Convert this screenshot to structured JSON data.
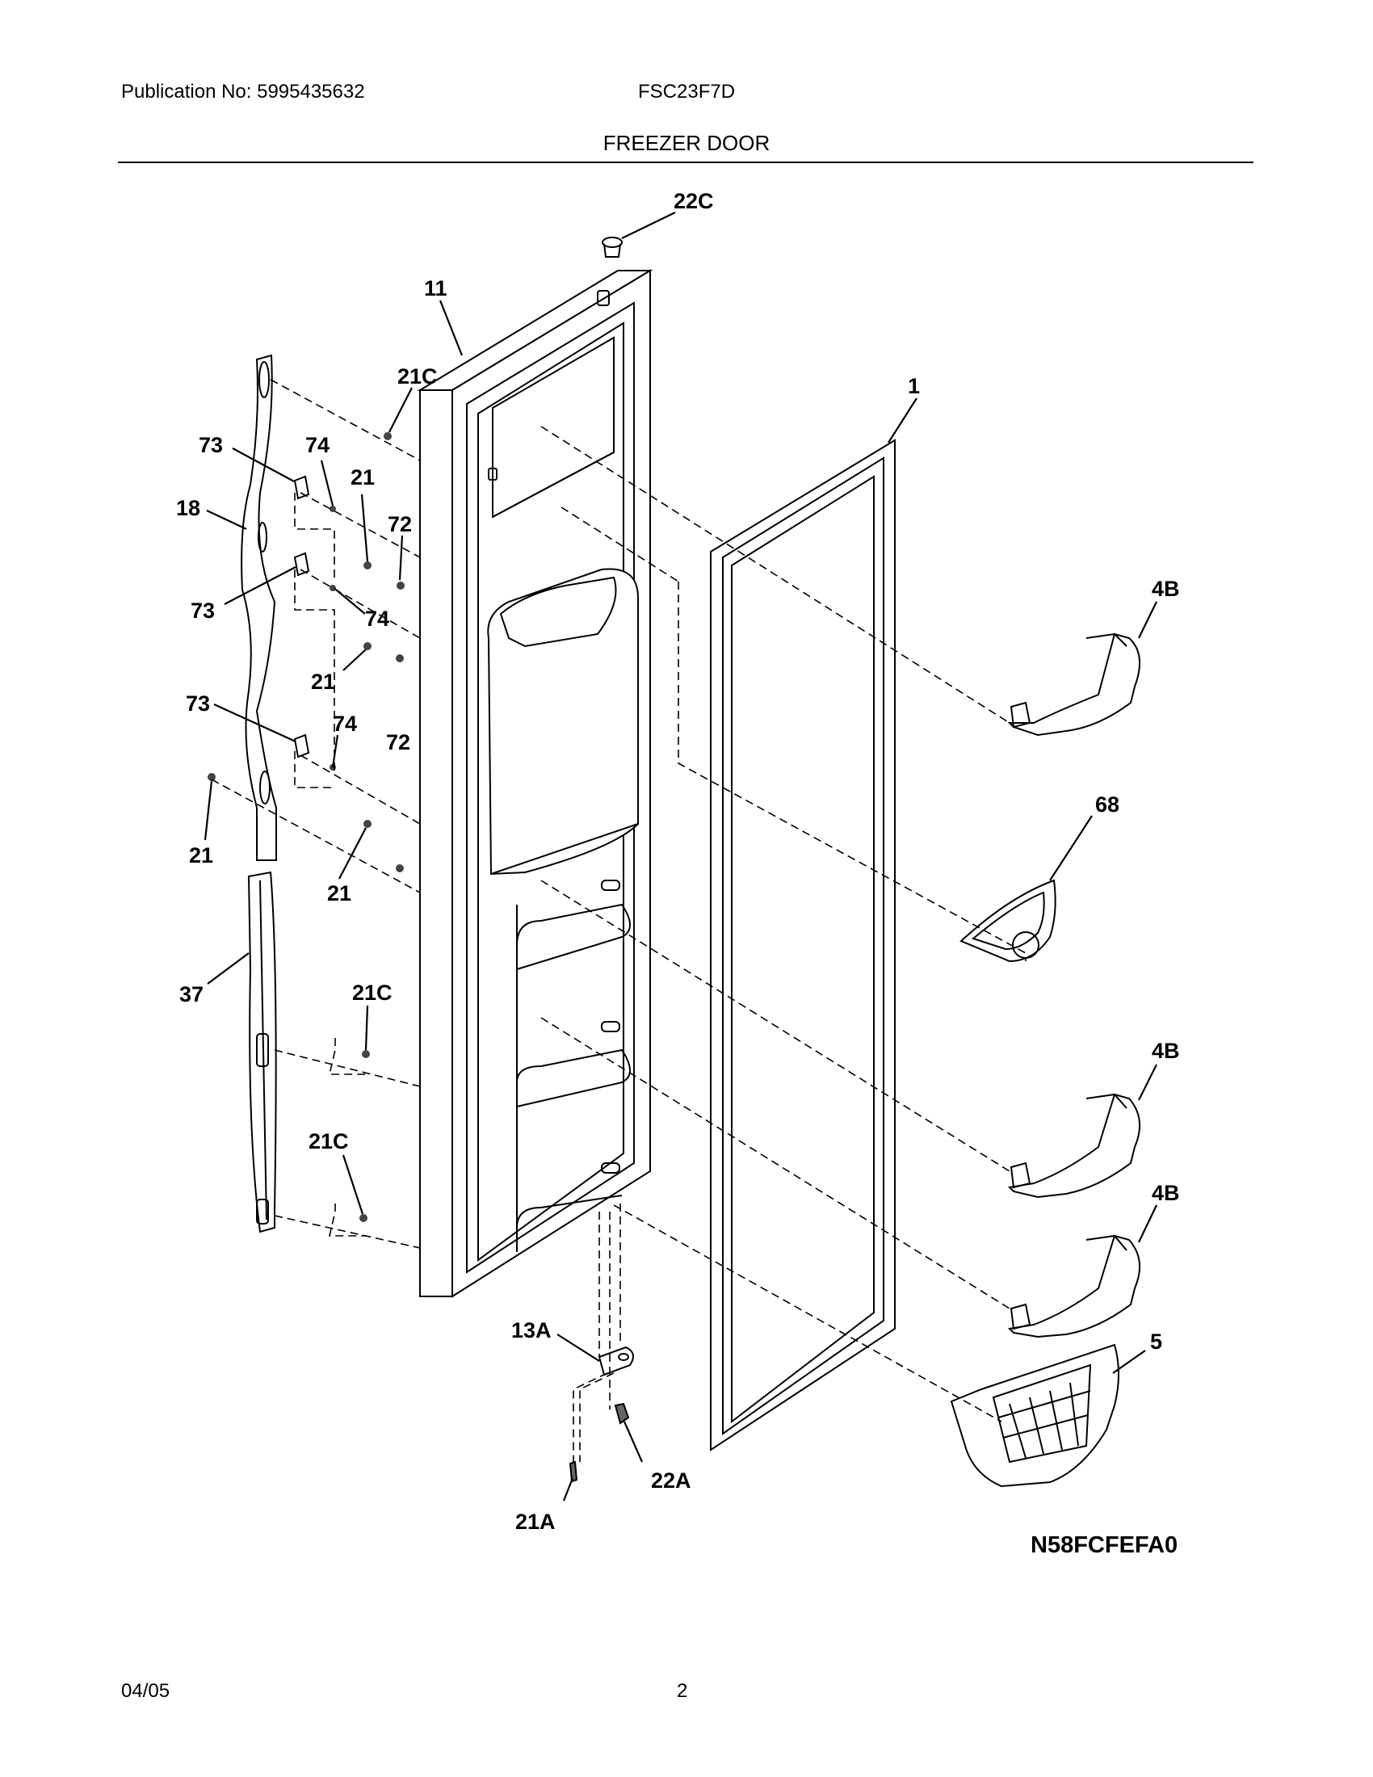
{
  "header": {
    "publication": "Publication No: 5995435632",
    "model": "FSC23F7D",
    "section_title": "FREEZER DOOR"
  },
  "diagram": {
    "code": "N58FCFEFA0",
    "callouts": {
      "c22C": "22C",
      "c11": "11",
      "c21C_top": "21C",
      "c1": "1",
      "c73_a": "73",
      "c74_a": "74",
      "c21_a": "21",
      "c18": "18",
      "c72_a": "72",
      "c4B_a": "4B",
      "c73_b": "73",
      "c74_b": "74",
      "c21_b": "21",
      "c73_c": "73",
      "c74_c": "74",
      "c72_b": "72",
      "c68": "68",
      "c21_c": "21",
      "c21_d": "21",
      "c37": "37",
      "c21C_mid": "21C",
      "c4B_b": "4B",
      "c21C_bot": "21C",
      "c4B_c": "4B",
      "c13A": "13A",
      "c5": "5",
      "c22A": "22A",
      "c21A": "21A"
    }
  },
  "footer": {
    "date": "04/05",
    "page": "2"
  }
}
